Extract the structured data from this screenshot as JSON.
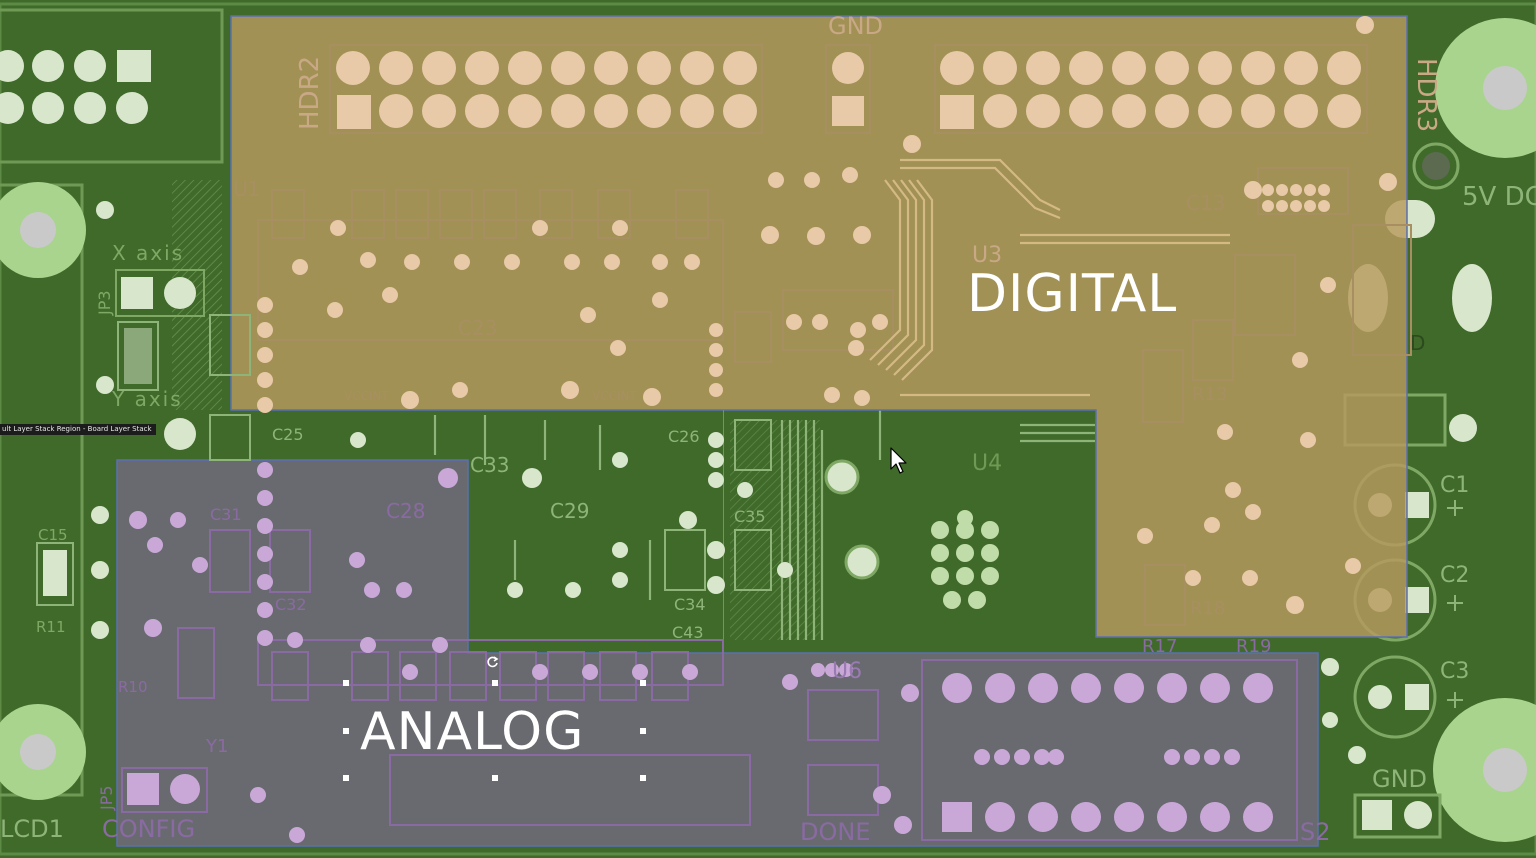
{
  "regions": {
    "digital": {
      "label": "DIGITAL",
      "color": "#b79a5e"
    },
    "analog": {
      "label": "ANALOG",
      "color": "#6e6a78"
    }
  },
  "tooltip": "ult Layer Stack Region - Board Layer Stack",
  "silkscreen": {
    "hdr2": "HDR2",
    "hdr3": "HDR3",
    "gnd_top": "GND",
    "gnd_bottom": "GND",
    "u1": "U1",
    "u3": "U3",
    "u4": "U4",
    "u6": "U6",
    "x_axis": "X axis",
    "y_axis": "Y axis",
    "jp3": "JP3",
    "jp5": "JP5",
    "lcd1": "LCD1",
    "config": "CONFIG",
    "done": "DONE",
    "s2": "S2",
    "r11": "R11",
    "r10": "R10",
    "r13": "R13",
    "r18": "R18",
    "r17": "R17",
    "r19": "R19",
    "c1": "C1",
    "c2": "C2",
    "c3": "C3",
    "c13": "C13",
    "c15": "C15",
    "c23": "C23",
    "c25": "C25",
    "c26": "C26",
    "c28": "C28",
    "c29": "C29",
    "c31": "C31",
    "c32": "C32",
    "c33": "C33",
    "c34": "C34",
    "c35": "C35",
    "c43": "C43",
    "vccint": "VCCINT",
    "five_v": "5V DC",
    "y1": "Y1",
    "d_label": "D"
  },
  "colors": {
    "board": "#3f6a2a",
    "pad": "#e8c9a8",
    "analog_pad": "#c9a8d8",
    "silk": "#8fb47a",
    "mount_hole": "#a8d48e"
  }
}
